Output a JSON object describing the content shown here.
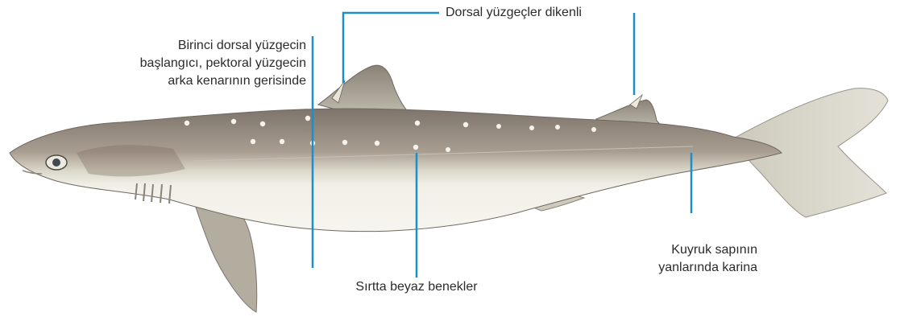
{
  "colors": {
    "leader": "#1a8fc9",
    "text": "#2b2b2b",
    "body_dark": "#8b8178",
    "body_light": "#eeece4",
    "fin": "#b0aa9b",
    "spots": "#f3f1ea"
  },
  "labels": {
    "first_dorsal_origin": [
      "Birinci dorsal yüzgecin",
      "başlangıcı, pektoral yüzgecin",
      "arka kenarının gerisinde"
    ],
    "dorsal_spines": "Dorsal yüzgeçler dikenli",
    "white_spots": "Sırtta beyaz benekler",
    "caudal_keel": [
      "Kuyruk sapının",
      "yanlarında karina"
    ]
  }
}
